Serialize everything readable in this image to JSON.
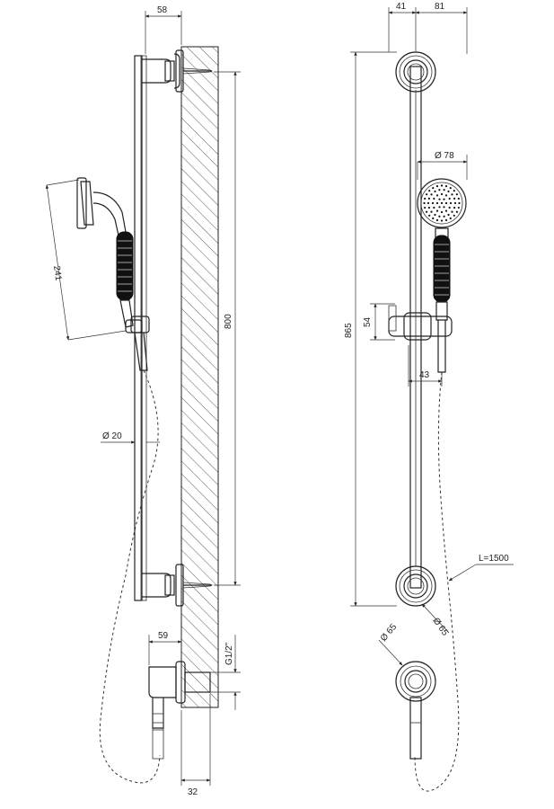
{
  "dimensions": {
    "width_58": "58",
    "width_41": "41",
    "width_81": "81",
    "diameter_78": "Ø 78",
    "length_241": "241",
    "height_800": "800",
    "height_865": "865",
    "height_54": "54",
    "offset_43": "43",
    "diameter_20": "Ø 20",
    "hose_length": "L=1500",
    "diameter_65_upper": "Ø 65",
    "diameter_65_lower": "Ø 65",
    "depth_59": "59",
    "thread": "G1/2\"",
    "depth_32": "32"
  },
  "colors": {
    "line": "#222222",
    "hatch": "#333333",
    "background": "#ffffff"
  }
}
